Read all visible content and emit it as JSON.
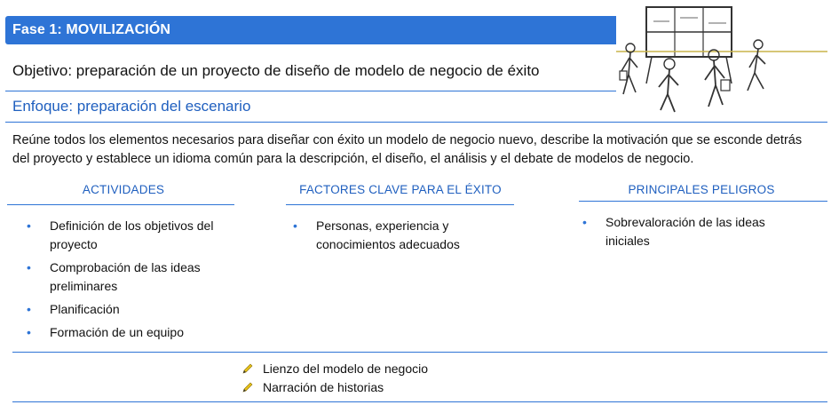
{
  "header": {
    "title": "Fase  1: MOVILIZACIÓN"
  },
  "objective": "Objetivo: preparación de un proyecto de diseño de modelo de negocio de éxito",
  "focus": "Enfoque: preparación del escenario",
  "description": "Reúne todos los elementos necesarios para diseñar con éxito un modelo de negocio nuevo, describe la motivación que se esconde detrás del proyecto y establece un idioma común para la descripción, el diseño, el análisis y el debate de modelos de negocio.",
  "columns": [
    {
      "heading": "ACTIVIDADES",
      "items": [
        "Definición de los objetivos del proyecto",
        "Comprobación de las ideas preliminares",
        "Planificación",
        "Formación de un equipo"
      ]
    },
    {
      "heading": "FACTORES CLAVE PARA EL ÉXITO",
      "items": [
        "Personas, experiencia y conocimientos adecuados"
      ]
    },
    {
      "heading": "PRINCIPALES PELIGROS",
      "items": [
        "Sobrevaloración de las ideas iniciales"
      ]
    }
  ],
  "tools": [
    "Lienzo del modelo de negocio",
    "Narración de historias"
  ],
  "colors": {
    "accent": "#2e74d6",
    "heading_text": "#1f5fbf",
    "pencil": "#e8c31a"
  },
  "icons": {
    "bullet": "•",
    "tool_marker": "pencil-icon",
    "illustration": "people-walking-to-board-illustration"
  }
}
